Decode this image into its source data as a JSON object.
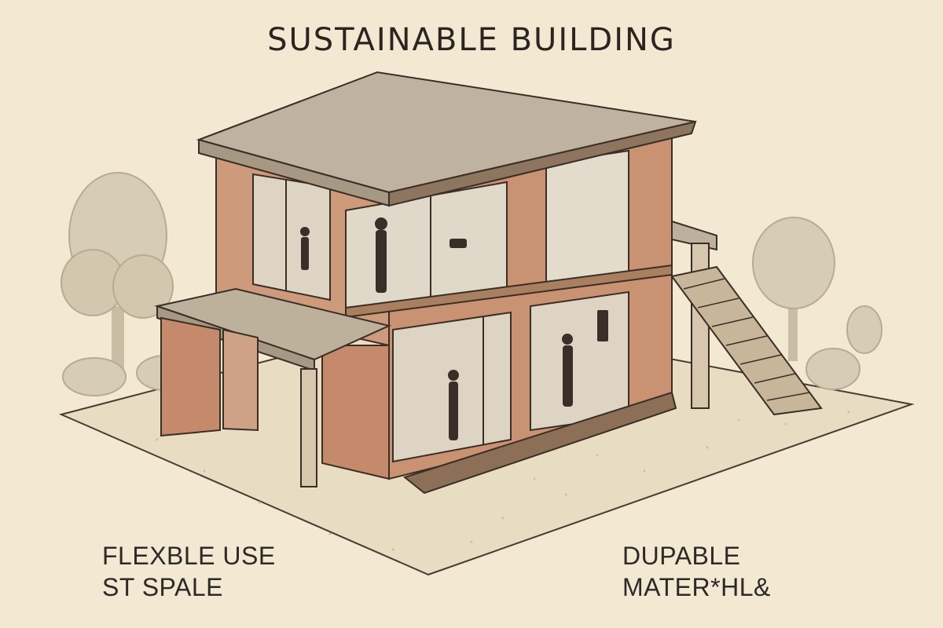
{
  "title": "SUSTAINABLE BUILDING",
  "labels": {
    "left": {
      "line1": "FLEXBLE USE",
      "line2": "ST  SPALE"
    },
    "right": {
      "line1": "DUPABLE",
      "line2": "MATER*HL&"
    }
  },
  "colors": {
    "paper": "#f3e8d2",
    "ground": "#e8dcc2",
    "wall": "#c99273",
    "roof": "#bfb29e",
    "window": "#ddd4c4",
    "ink": "#3b2e26",
    "tree": "#d7ccb6"
  }
}
